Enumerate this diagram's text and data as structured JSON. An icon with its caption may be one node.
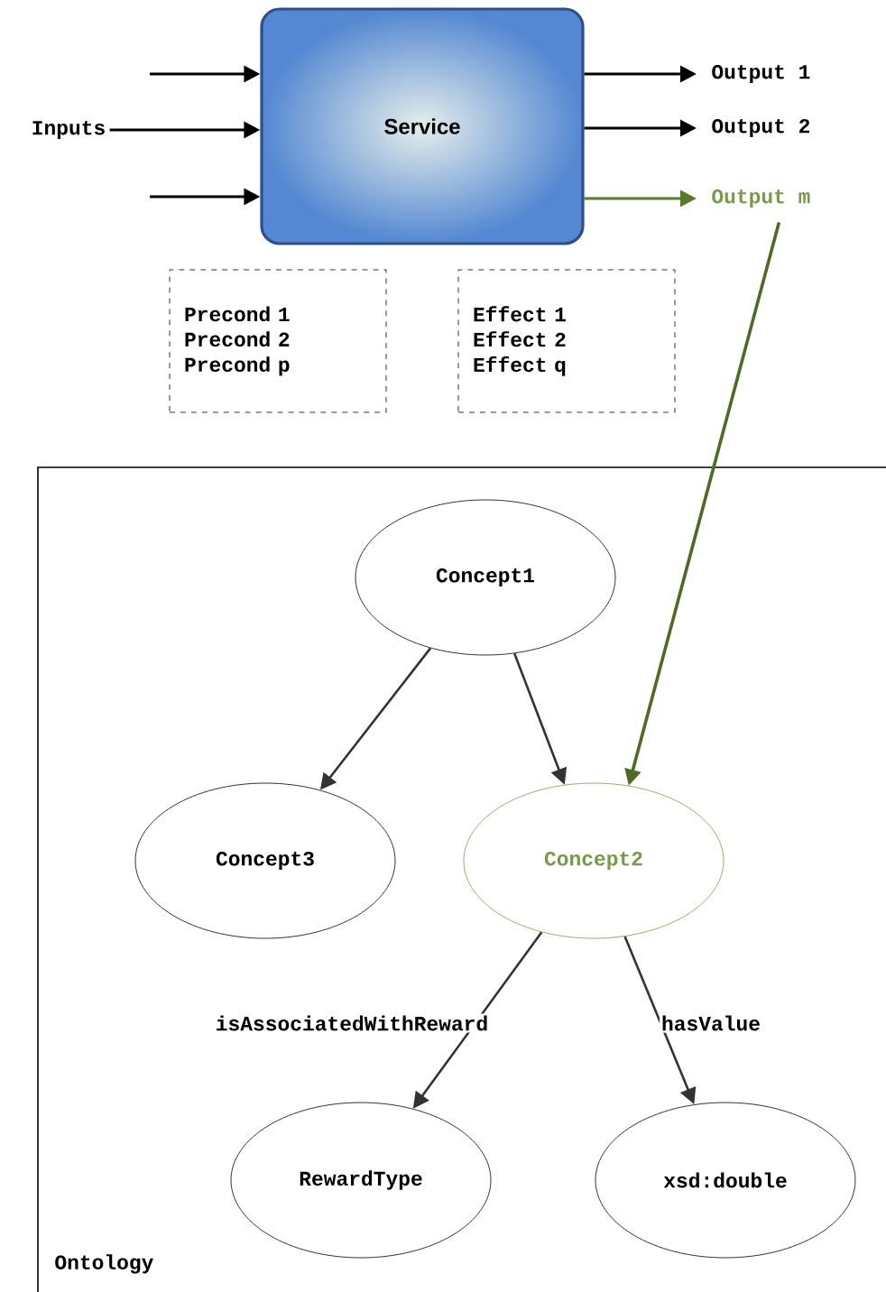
{
  "diagram": {
    "nodes": [
      {
        "text": [
          "Service"
        ]
      },
      {
        "text": [
          "Inputs"
        ]
      },
      {
        "text": [
          "Output 1"
        ]
      },
      {
        "text": [
          "Output 2"
        ]
      },
      {
        "text": [
          "Output m"
        ]
      },
      {
        "text": [
          "Precond 1",
          "Precond 2",
          "Precond p"
        ]
      },
      {
        "text": [
          "Effect 1",
          "Effect 2",
          "Effect q"
        ]
      },
      {
        "text": [
          "Ontology"
        ]
      },
      {
        "text": [
          "Concept1"
        ],
        "in": 7
      },
      {
        "text": [
          "Concept3"
        ],
        "in": 7
      },
      {
        "text": [
          "Concept2"
        ],
        "in": 7
      },
      {
        "text": [
          "RewardType"
        ],
        "in": 7
      },
      {
        "text": [
          "xsd:double"
        ],
        "in": 7
      }
    ],
    "edges": [
      {
        "from": null,
        "to": 0,
        "arrow": "to"
      },
      {
        "from": 1,
        "to": 0,
        "arrow": "to"
      },
      {
        "from": null,
        "to": 0,
        "arrow": "to"
      },
      {
        "from": 0,
        "to": 2,
        "arrow": "to"
      },
      {
        "from": 0,
        "to": 3,
        "arrow": "to"
      },
      {
        "from": 0,
        "to": 4,
        "arrow": "to",
        "color": "#5a7a2a"
      },
      {
        "from": 4,
        "to": 10,
        "arrow": "to",
        "color": "#4f6a25"
      },
      {
        "from": 8,
        "to": 9,
        "arrow": "to"
      },
      {
        "from": 8,
        "to": 10,
        "arrow": "to"
      },
      {
        "from": 10,
        "to": 11,
        "arrow": "to",
        "label": "isAssociatedWithReward"
      },
      {
        "from": 10,
        "to": 12,
        "arrow": "to",
        "label": "hasValue"
      }
    ]
  }
}
